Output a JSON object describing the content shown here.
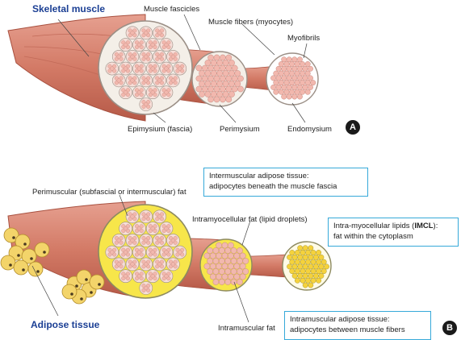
{
  "panel_a": {
    "title": "Skeletal muscle",
    "labels": {
      "fascicles": "Muscle fascicles",
      "fibers": "Muscle fibers (myocytes)",
      "myofibrils": "Myofibrils",
      "epimysium": "Epimysium (fascia)",
      "perimysium": "Perimysium",
      "endomysium": "Endomysium"
    },
    "badge": "A"
  },
  "panel_b": {
    "title": "Adipose tissue",
    "labels": {
      "perimuscular": "Perimuscular (subfascial or intermuscular) fat",
      "intramyocellular": "Intramyocellular fat (lipid droplets)",
      "intramuscular": "Intramuscular fat"
    },
    "box_intermuscular": {
      "line1": "Intermuscular  adipose tissue:",
      "line2": "adipocytes beneath the muscle fascia"
    },
    "box_imcl": {
      "line1_pre": "Intra-myocellular  lipids (",
      "line1_bold": "IMCL",
      "line1_post": "):",
      "line2": "fat within the cytoplasm"
    },
    "box_intramuscular": {
      "line1": "Intramuscular  adipose tissue:",
      "line2": "adipocytes between muscle fibers"
    },
    "badge": "B"
  },
  "colors": {
    "title_blue": "#1b3f94",
    "box_border": "#36a9d9",
    "muscle": "#d9826e",
    "muscle_dark": "#b85c4a",
    "fat_yellow": "#f7e64a",
    "fiber_pink": "#f2b8ae"
  }
}
